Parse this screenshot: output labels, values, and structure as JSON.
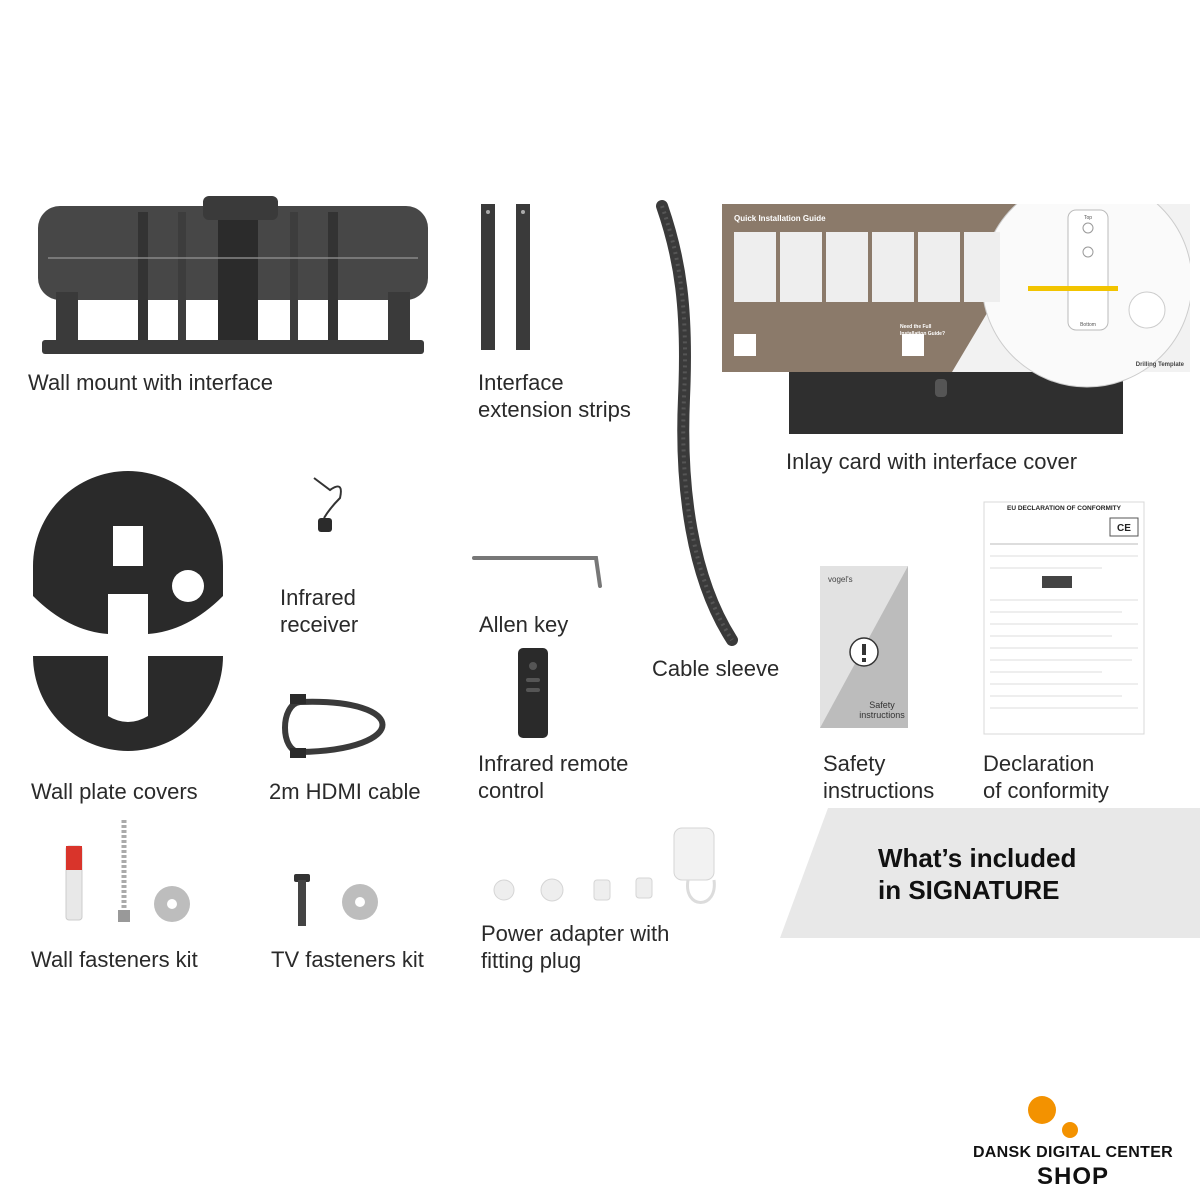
{
  "items": {
    "wall_mount": [
      "Wall mount with interface"
    ],
    "extension_strips": [
      "Interface",
      "extension strips"
    ],
    "inlay_card": [
      "Inlay card with interface cover"
    ],
    "infrared_receiver": [
      "Infrared",
      "receiver"
    ],
    "allen_key": [
      "Allen key"
    ],
    "cable_sleeve": [
      "Cable sleeve"
    ],
    "wall_plate_covers": [
      "Wall plate covers"
    ],
    "hdmi_cable": [
      "2m HDMI cable"
    ],
    "remote_control": [
      "Infrared remote",
      "control"
    ],
    "safety": [
      "Safety",
      "instructions"
    ],
    "declaration": [
      "Declaration",
      "of conformity"
    ],
    "wall_fasteners": [
      "Wall fasteners kit"
    ],
    "tv_fasteners": [
      "TV fasteners kit"
    ],
    "power_adapter": [
      "Power adapter with",
      "fitting plug"
    ]
  },
  "guide": {
    "title": "Quick Installation Guide",
    "drilling": "Drilling Template",
    "top": "Top",
    "bottom": "Bottom",
    "need_full": "Need the Full",
    "need_full_2": "Installation Guide?"
  },
  "safety_booklet": {
    "brand": "vogel's",
    "line1": "Safety",
    "line2": "instructions"
  },
  "declaration_doc": {
    "title": "EU DECLARATION OF CONFORMITY",
    "mark": "CE"
  },
  "banner": [
    "What’s included",
    "in SIGNATURE"
  ],
  "shop_logo": {
    "line1": "DANSK DIGITAL CENTER",
    "line2": "SHOP",
    "dot_color": "#f39200"
  },
  "colors": {
    "product_dark": "#3c3c3c",
    "guide_brown": "#8b7a6a",
    "banner_gray": "#e8e8e8"
  }
}
